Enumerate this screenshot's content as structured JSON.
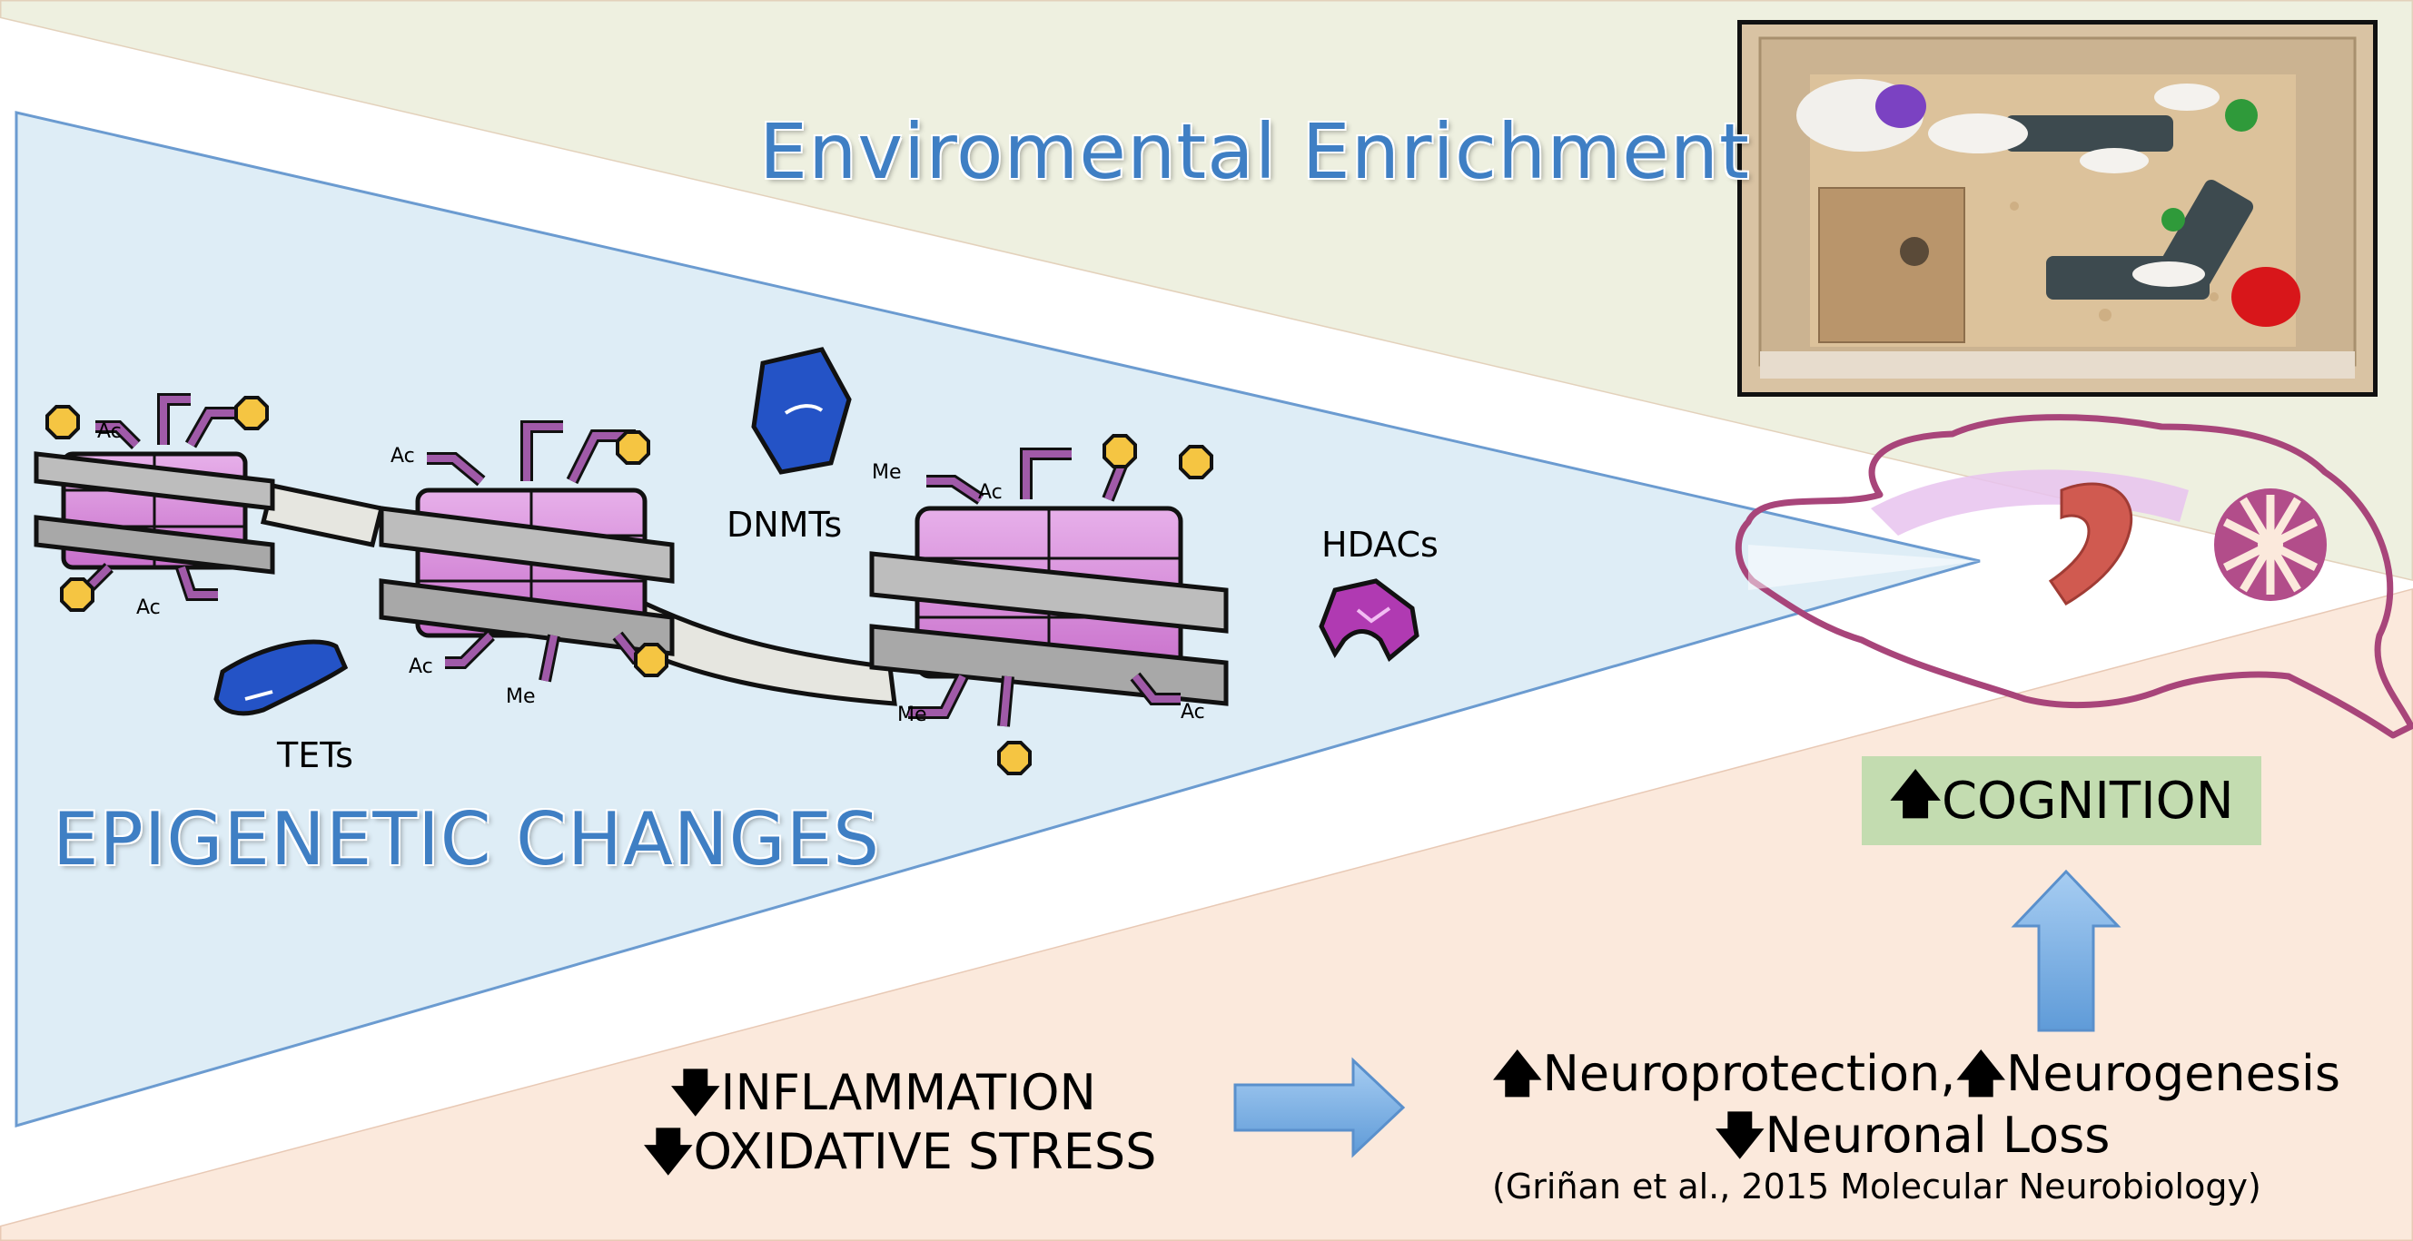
{
  "titles": {
    "environmental": "Enviromental Enrichment",
    "epigenetic": "EPIGENETIC CHANGES"
  },
  "enzymes": {
    "dnmts": "DNMTs",
    "hdacs": "HDACs",
    "tets": "TETs"
  },
  "marks": {
    "ac": "Ac",
    "me": "Me"
  },
  "effects": {
    "arrow_up": "🡅",
    "arrow_down": "🡇",
    "inflammation": "INFLAMMATION",
    "oxidative": "OXIDATIVE STRESS",
    "neuroprotection": "Neuroprotection,",
    "neurogenesis": "Neurogenesis",
    "neuronal_loss": "Neuronal Loss",
    "citation": "(Griñan et al., 2015 Molecular Neurobiology)",
    "cognition": "COGNITION"
  },
  "colors": {
    "green_band": "#eef0e0",
    "peach_band": "#fbe9dc",
    "blue_triangle": "#deedf6",
    "triangle_stroke": "#6b9bd0",
    "nucleosome": "#d68ad8",
    "histone_tail": "#a05aa8",
    "mark_fill": "#f5c542",
    "dnmt": "#2453c6",
    "hdac": "#b03ab2",
    "brain_outline": "#a8457a",
    "hippocampus": "#d05a50",
    "flow_arrow": "#7fb2e5",
    "cognition_box": "#c3dcb0"
  }
}
